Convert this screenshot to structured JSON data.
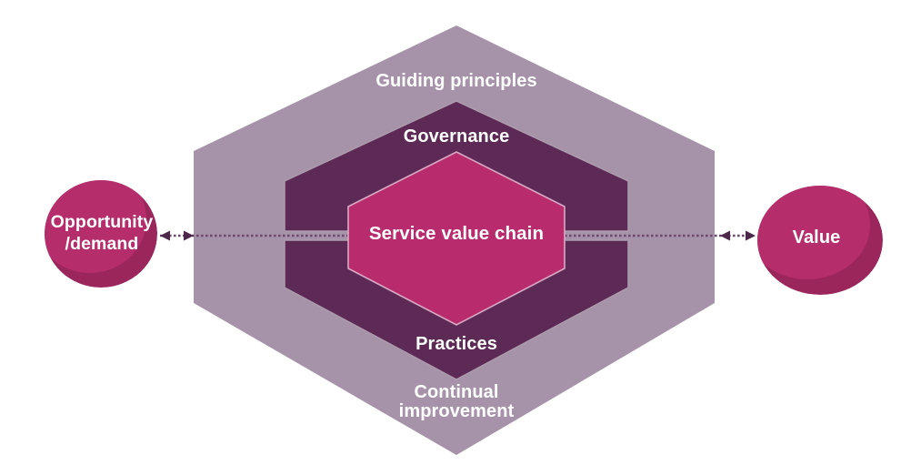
{
  "diagram": {
    "name": "service-value-system",
    "layers": {
      "guiding_principles": "Guiding principles",
      "governance": "Governance",
      "service_value_chain": "Service value chain",
      "practices": "Practices",
      "continual_improvement": "Continual improvement"
    },
    "nodes": {
      "input": "Opportunity /demand",
      "output": "Value"
    }
  },
  "colors": {
    "outer_hex": "#a793a9",
    "inner_hex_dark": "#5c2a54",
    "inner_hex_stroke": "#ac9aae",
    "center_hex": "#b82c6e",
    "center_hex_border": "#d9a9c7",
    "circle": "#b52e6b",
    "circle_shade": "#9b265c",
    "connector": "#6d4a6d",
    "arrowhead": "#4d2749",
    "label_text": "#ffffff"
  }
}
